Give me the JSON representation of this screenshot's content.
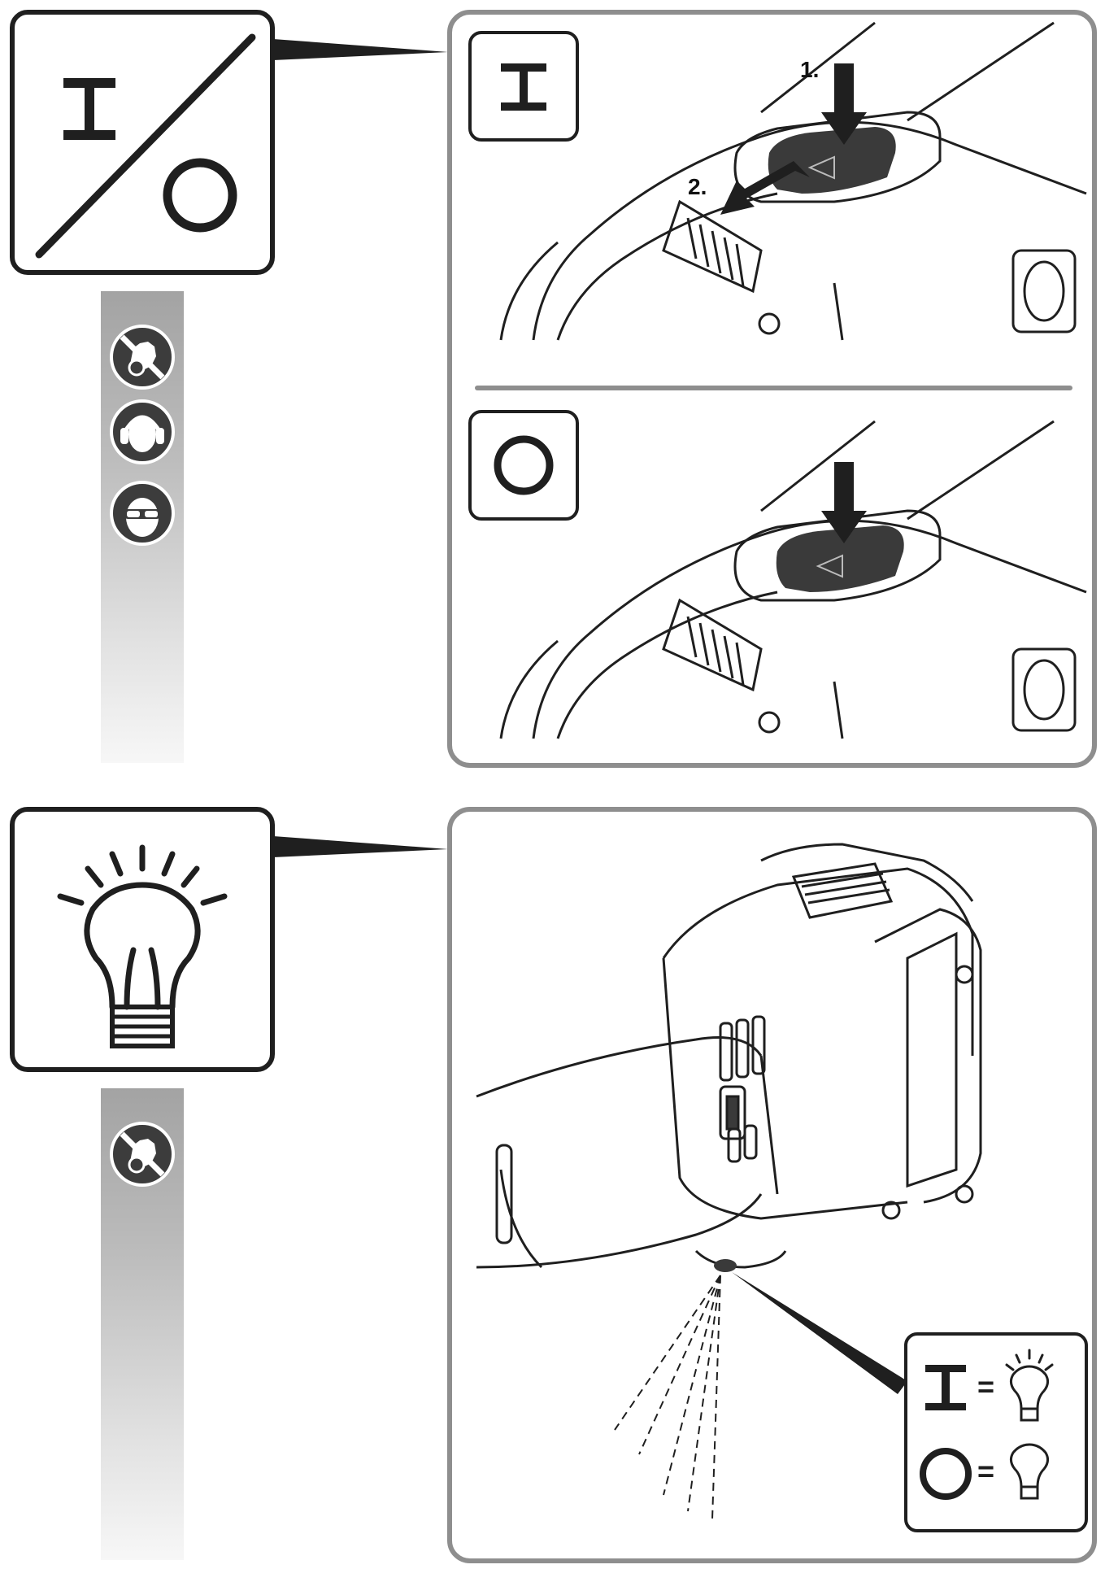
{
  "steps": {
    "press_label": "1.",
    "slide_label": "2."
  },
  "switch_symbols": {
    "on": "I",
    "off": "O"
  },
  "light_legend": {
    "on_symbol": "I",
    "off_symbol": "O",
    "equals": "="
  },
  "icons": {
    "section1_badges": [
      "no-gloves-icon",
      "ear-protection-icon",
      "eye-protection-icon"
    ],
    "section2_badges": [
      "no-gloves-icon"
    ]
  },
  "colors": {
    "line": "#1f1f1f",
    "panel_border": "#8e8e8e",
    "badge_bg": "#3c3c3c"
  }
}
